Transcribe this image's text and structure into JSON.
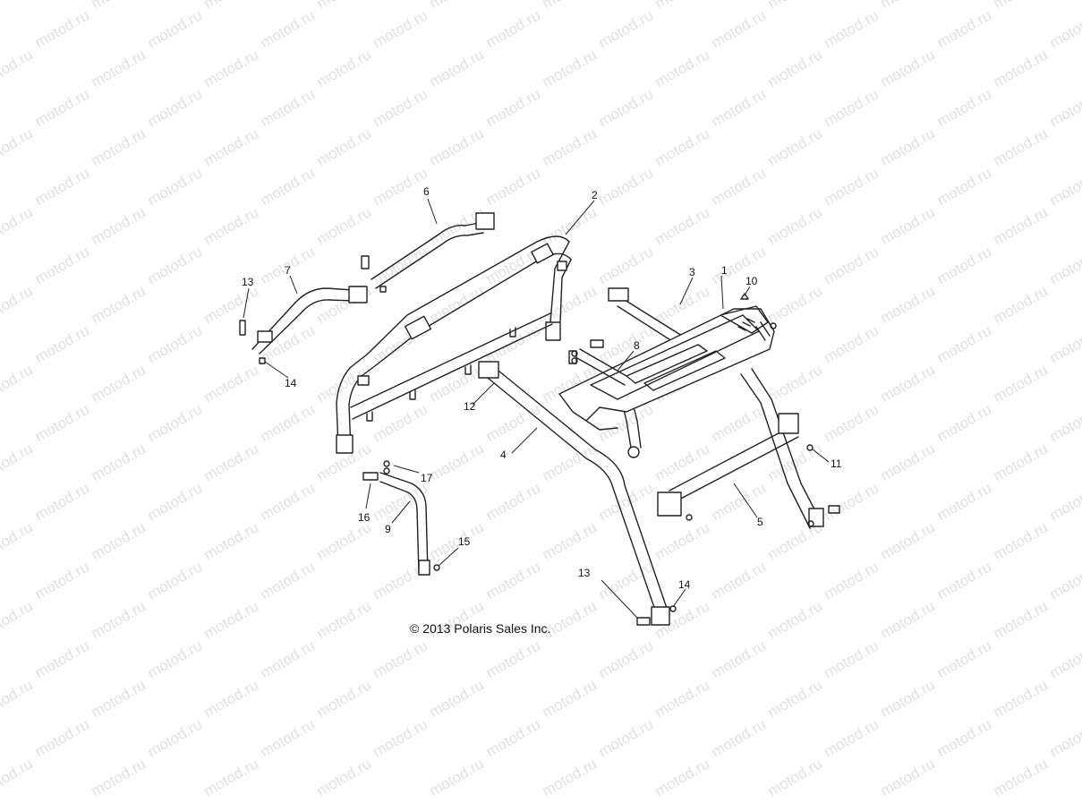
{
  "copyright": "© 2013 Polaris Sales Inc.",
  "watermark": "motod.ru",
  "callouts": [
    {
      "id": "c1",
      "label": "1"
    },
    {
      "id": "c2",
      "label": "2"
    },
    {
      "id": "c3",
      "label": "3"
    },
    {
      "id": "c4",
      "label": "4"
    },
    {
      "id": "c5",
      "label": "5"
    },
    {
      "id": "c6",
      "label": "6"
    },
    {
      "id": "c7",
      "label": "7"
    },
    {
      "id": "c8",
      "label": "8"
    },
    {
      "id": "c9",
      "label": "9"
    },
    {
      "id": "c10",
      "label": "10"
    },
    {
      "id": "c11",
      "label": "11"
    },
    {
      "id": "c12",
      "label": "12"
    },
    {
      "id": "c13a",
      "label": "13"
    },
    {
      "id": "c13b",
      "label": "13"
    },
    {
      "id": "c14a",
      "label": "14"
    },
    {
      "id": "c14b",
      "label": "14"
    },
    {
      "id": "c15",
      "label": "15"
    },
    {
      "id": "c16",
      "label": "16"
    },
    {
      "id": "c17",
      "label": "17"
    }
  ]
}
